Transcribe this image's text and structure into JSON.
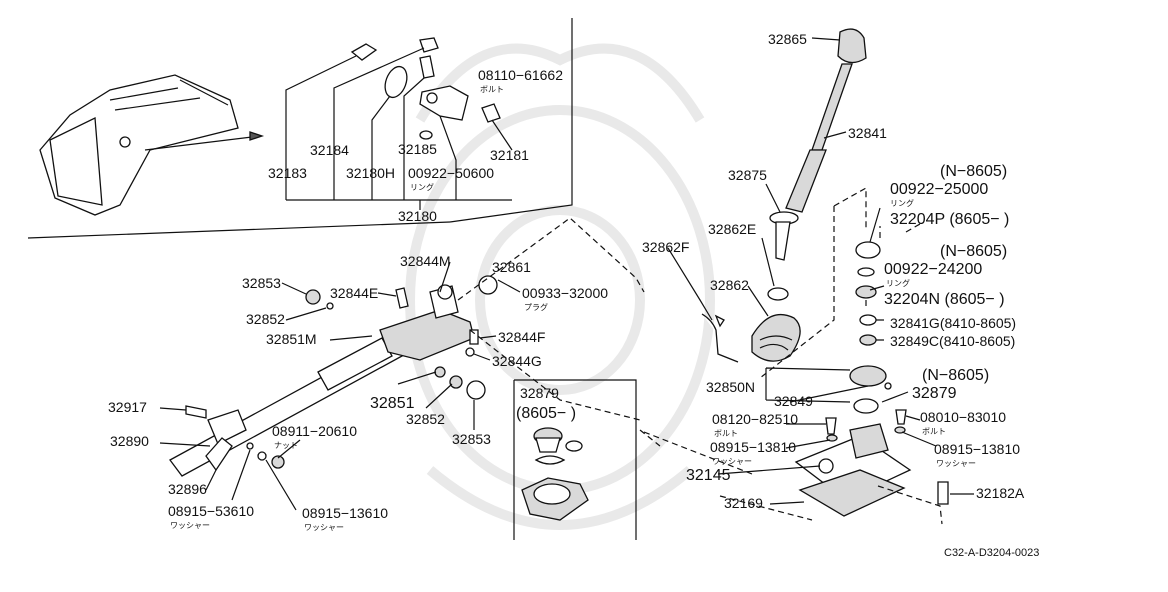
{
  "diagram": {
    "code": "C32-A-D3204-0023",
    "inset_box": {
      "part": "32879",
      "range": "(8605−    )"
    },
    "labels": {
      "p32183": "32183",
      "p32184": "32184",
      "p32180H": "32180H",
      "p32185": "32185",
      "p00922_50600": "00922−50600",
      "p00922_50600_sub": "リング",
      "p32181": "32181",
      "p08110": "08110−61662",
      "p08110_sub": "ボルト",
      "p32180": "32180",
      "p32853a": "32853",
      "p32844E": "32844E",
      "p32844M": "32844M",
      "p32861": "32861",
      "p00933": "00933−32000",
      "p00933_sub": "プラグ",
      "p32852a": "32852",
      "p32844F": "32844F",
      "p32851M": "32851M",
      "p32844G": "32844G",
      "p32851": "32851",
      "p32852b": "32852",
      "p32853b": "32853",
      "p32917": "32917",
      "p32890": "32890",
      "p08911": "08911−20610",
      "p08911_sub": "ナット",
      "p32896": "32896",
      "p08915_53610": "08915−53610",
      "p08915_53610_sub": "ワッシャー",
      "p08915_13610": "08915−13610",
      "p08915_13610_sub": "ワッシャー",
      "p32865": "32865",
      "p32841": "32841",
      "p32875": "32875",
      "pN8605a": "(N−8605)",
      "p00922_25000": "00922−25000",
      "p00922_25000_sub": "リング",
      "p32204P": "32204P (8605−  )",
      "p32862F": "32862F",
      "p32862E": "32862E",
      "pN8605b": "(N−8605)",
      "p00922_24200": "00922−24200",
      "p00922_24200_sub": "リング",
      "p32204N": "32204N (8605−  )",
      "p32862": "32862",
      "p32841G": "32841G(8410-8605)",
      "p32849C": "32849C(8410-8605)",
      "pN8605c": "(N−8605)",
      "p32850N": "32850N",
      "p32849": "32849",
      "p32879": "32879",
      "p08120": "08120−82510",
      "p08120_sub": "ボルト",
      "p08010": "08010−83010",
      "p08010_sub": "ボルト",
      "p08915_13810a": "08915−13810",
      "p08915_13810a_sub": "ワッシャー",
      "p08915_13810b": "08915−13810",
      "p08915_13810b_sub": "ワッシャー",
      "p32145": "32145",
      "p32169": "32169",
      "p32182A": "32182A"
    }
  }
}
